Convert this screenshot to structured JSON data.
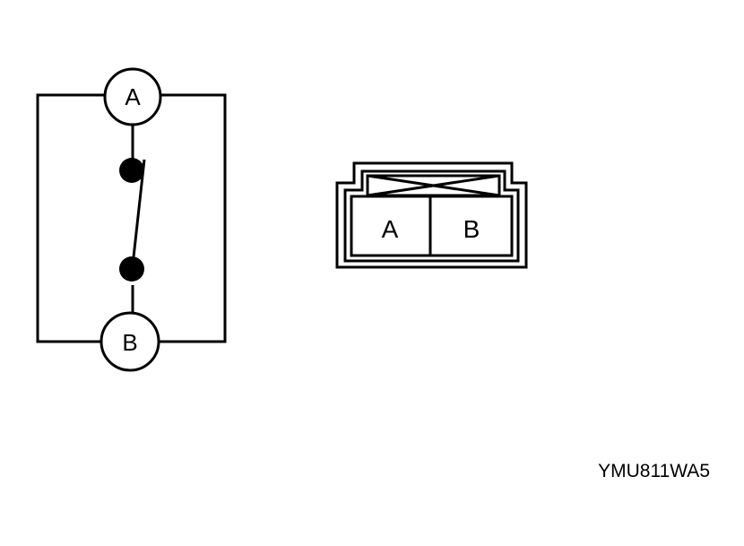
{
  "switch_schematic": {
    "terminal_a": "A",
    "terminal_b": "B"
  },
  "connector": {
    "pin_a": "A",
    "pin_b": "B"
  },
  "reference_code": "YMU811WA5",
  "colors": {
    "line": "#000000",
    "background": "#ffffff"
  }
}
